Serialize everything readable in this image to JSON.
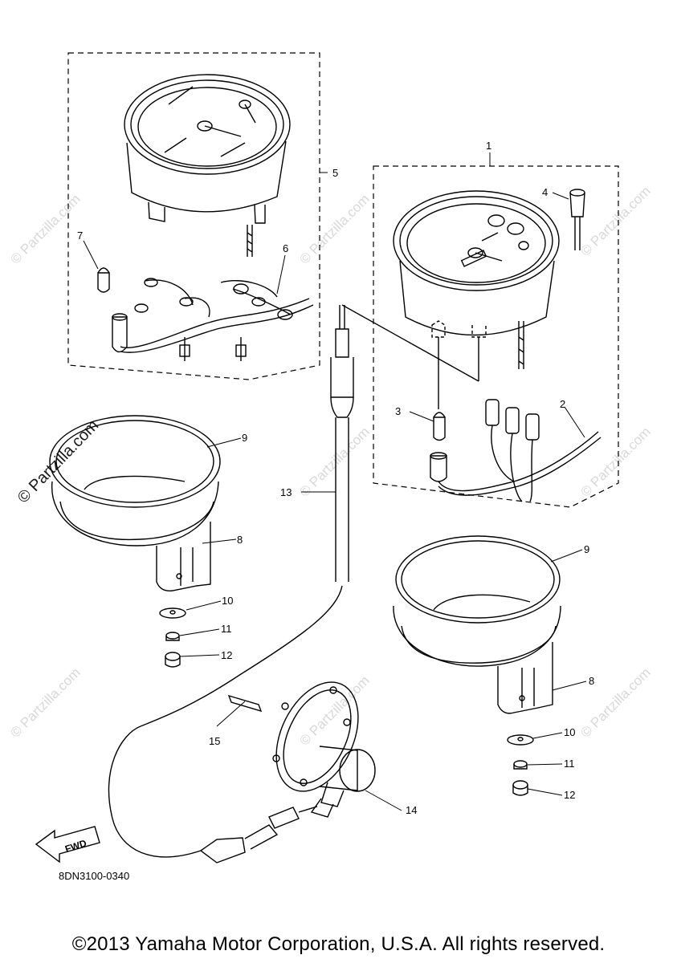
{
  "diagram": {
    "drawing_code": "8DN3100-0340",
    "fwd_label": "FWD",
    "copyright": "©2013 Yamaha Motor Corporation, U.S.A. All rights reserved.",
    "watermark": "© Partzilla.com",
    "callouts": {
      "p1": "1",
      "p2": "2",
      "p3": "3",
      "p4": "4",
      "p5": "5",
      "p6": "6",
      "p7": "7",
      "p8a": "8",
      "p8b": "8",
      "p9a": "9",
      "p9b": "9",
      "p10a": "10",
      "p10b": "10",
      "p11a": "11",
      "p11b": "11",
      "p12a": "12",
      "p12b": "12",
      "p13": "13",
      "p14": "14",
      "p15": "15"
    }
  }
}
